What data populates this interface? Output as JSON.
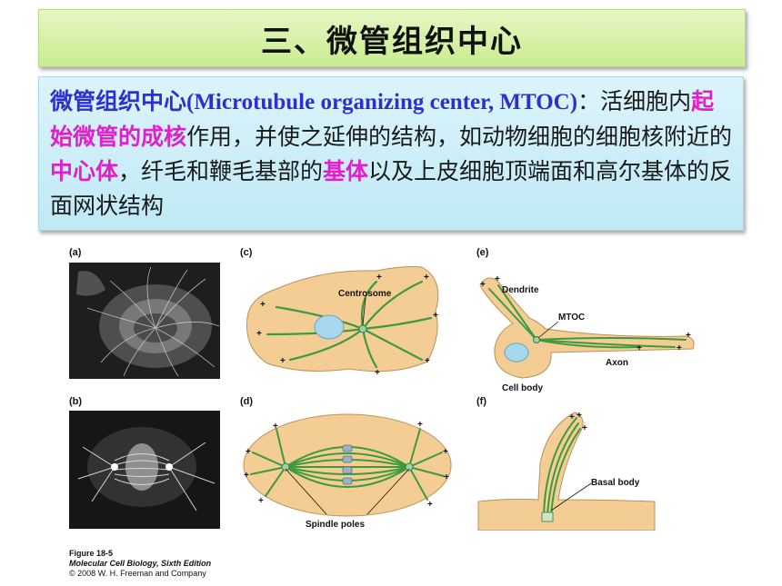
{
  "title": "三、微管组织中心",
  "definition": {
    "term": "微管组织中心",
    "english": "(Microtubule organizing center, MTOC)",
    "seg1": "：活细胞内",
    "hl1": "起始微管的成核",
    "seg2": "作用，并使之延伸的结构，如动物细胞的细胞核附近的",
    "hl2": "中心体",
    "seg3": "，纤毛和鞭毛基部的",
    "hl3": "基体",
    "seg4": "以及上皮细胞顶端面和高尔基体的反面网状结构"
  },
  "figure": {
    "panels": [
      "(a)",
      "(b)",
      "(c)",
      "(d)",
      "(e)",
      "(f)"
    ],
    "labels": {
      "centrosome": "Centrosome",
      "spindle_poles": "Spindle poles",
      "dendrite": "Dendrite",
      "mtoc": "MTOC",
      "axon": "Axon",
      "cell_body": "Cell body",
      "basal_body": "Basal body"
    },
    "caption": {
      "line1": "Figure 18-5",
      "line2": "Molecular Cell Biology, Sixth Edition",
      "line3": "© 2008 W. H. Freeman and Company"
    }
  },
  "colors": {
    "term": "#2f2fcc",
    "highlight": "#e020c8",
    "title_bg": "#d3f0a4",
    "definition_bg": "#c8ecf8",
    "cell_fill": "#f3cd94",
    "microtubule": "#3f9a3f",
    "nucleus": "#a8d8ee"
  }
}
